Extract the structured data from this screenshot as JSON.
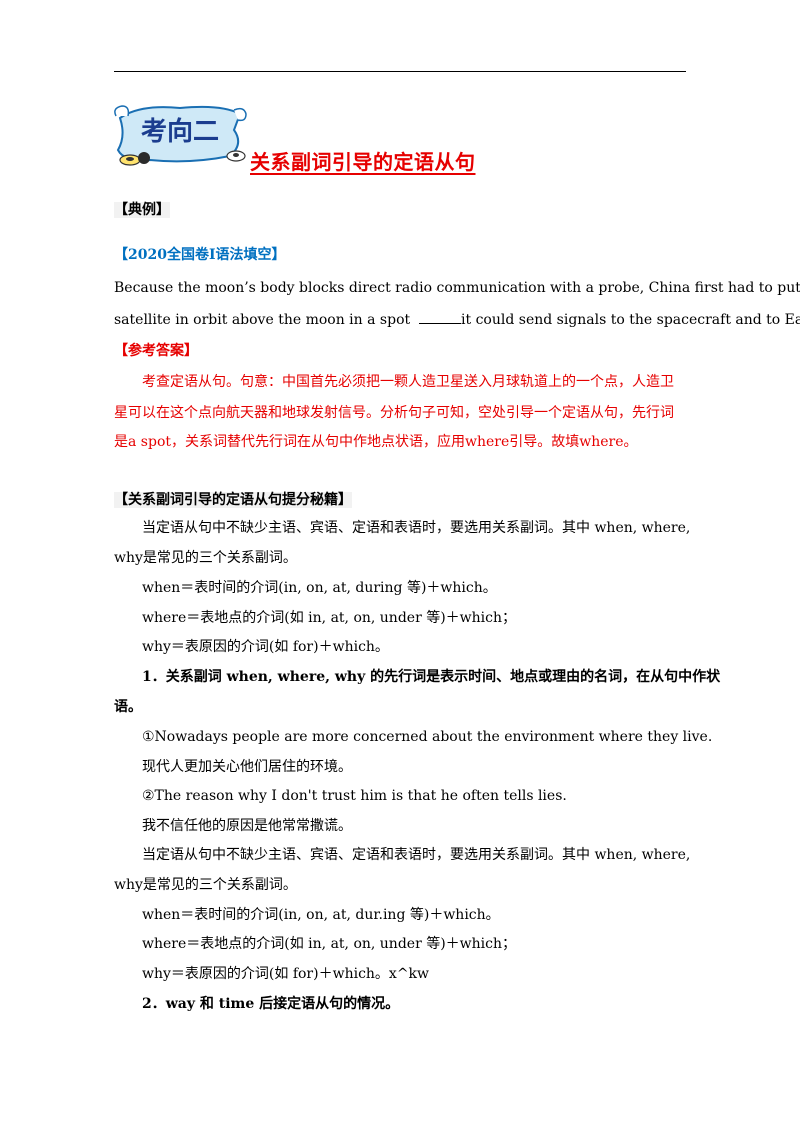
{
  "section": {
    "badge_text": "考向二",
    "title": "关系副词引导的定语从句"
  },
  "example": {
    "heading": "【典例】",
    "source": "【2020全国卷Ⅰ语法填空】",
    "line1": "Because the moon’s body blocks direct radio communication with a probe, China first had to put a",
    "line2_a": "satellite in orbit above the moon in a spot",
    "line2_b": "it could send signals to the spacecraft and to Earth.",
    "answer_heading": "【参考答案】",
    "answer_lines": [
      "考查定语从句。句意：中国首先必须把一颗人造卫星送入月球轨道上的一个点，人造卫",
      "星可以在这个点向航天器和地球发射信号。分析句子可知，空处引导一个定语从句，先行词",
      "是a spot，关系词替代先行词在从句中作地点状语，应用where引导。故填where。"
    ]
  },
  "tips": {
    "heading": "【关系副词引导的定语从句提分秘籍】",
    "intro_line1": "当定语从句中不缺少主语、宾语、定语和表语时，要选用关系副词。其中 when, where,",
    "intro_line2": "why是常见的三个关系副词。",
    "rule_when": "when＝表时间的介词(in, on, at, during 等)＋which。",
    "rule_where": "where＝表地点的介词(如 in, at, on, under 等)＋which；",
    "rule_why": "why＝表原因的介词(如 for)＋which。",
    "point1_line1": "1．关系副词 when, where, why 的先行词是表示时间、地点或理由的名词，在从句中作状",
    "point1_line2": "语。",
    "ex1_en": "①Nowadays people are more concerned about the environment where they live.",
    "ex1_cn": "现代人更加关心他们居住的环境。",
    "ex2_en": "②The reason why I don't trust him is that he often tells lies.",
    "ex2_cn": "我不信任他的原因是他常常撒谎。",
    "intro2_line1": "当定语从句中不缺少主语、宾语、定语和表语时，要选用关系副词。其中 when, where,",
    "intro2_line2": "why是常见的三个关系副词。",
    "rule2_when": "when＝表时间的介词(in, on, at, dur.ing 等)＋which。",
    "rule2_where": "where＝表地点的介词(如 in, at, on, under 等)＋which；",
    "rule2_why": "why＝表原因的介词(如 for)＋which。x^kw",
    "point2": "2．way 和 time 后接定语从句的情况。"
  },
  "colors": {
    "red": "#e60000",
    "blue": "#0070c0",
    "badge_fill": "#cfe9f7",
    "badge_stroke": "#1a6fb3"
  },
  "icons": {
    "badge": "scroll-badge-icon"
  }
}
